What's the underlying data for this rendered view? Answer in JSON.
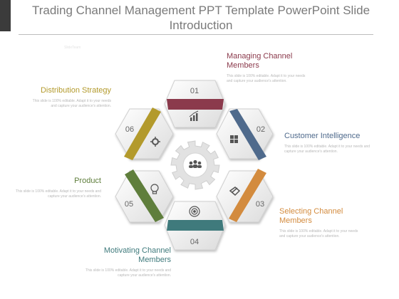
{
  "slide": {
    "title": "Trading Channel Management PPT Template PowerPoint Slide Introduction",
    "watermark": "SlideTeam"
  },
  "colors": {
    "title": "#7a7a7a",
    "seg01": "#8b3a4c",
    "seg02": "#4f6a8c",
    "seg03": "#d38b3e",
    "seg04": "#3f7a7c",
    "seg05": "#5f7e3c",
    "seg06": "#b39a2c"
  },
  "segments": [
    {
      "number": "01",
      "icon": "bar-chart-icon"
    },
    {
      "number": "02",
      "icon": "puzzle-icon"
    },
    {
      "number": "03",
      "icon": "handshake-icon"
    },
    {
      "number": "04",
      "icon": "target-icon"
    },
    {
      "number": "05",
      "icon": "lightbulb-icon"
    },
    {
      "number": "06",
      "icon": "gear-icon"
    }
  ],
  "center_icon": "team-icon",
  "callouts": {
    "managing": {
      "title": "Managing Channel Members",
      "body": "This slide is 100% editable. Adapt it to your needs and capture your audience's attention."
    },
    "customer": {
      "title": "Customer Intelligence",
      "body": "This slide is 100% editable. Adapt it to your needs and capture your audience's attention."
    },
    "selecting": {
      "title": "Selecting Channel Members",
      "body": "This slide is 100% editable. Adapt it to your needs and capture your audience's attention."
    },
    "motivating": {
      "title": "Motivating Channel Members",
      "body": "This slide is 100% editable. Adapt it to your needs and capture your audience's attention."
    },
    "product": {
      "title": "Product",
      "body": "This slide is 100% editable. Adapt it to your needs and capture your audience's attention."
    },
    "distribution": {
      "title": "Distribution Strategy",
      "body": "This slide is 100% editable. Adapt it to your needs and capture your audience's attention."
    }
  }
}
